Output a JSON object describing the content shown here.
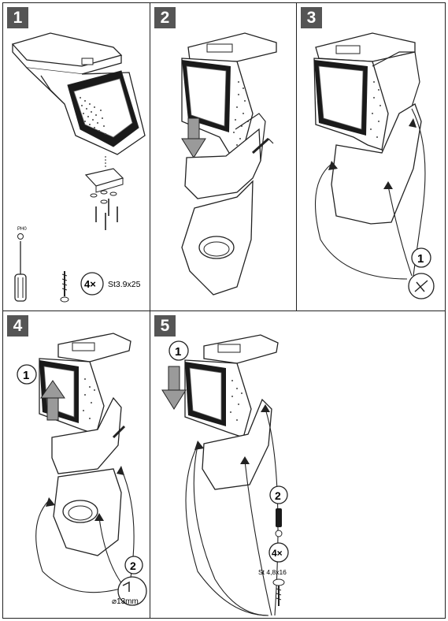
{
  "steps": [
    {
      "number": "1"
    },
    {
      "number": "2"
    },
    {
      "number": "3"
    },
    {
      "number": "4"
    },
    {
      "number": "5"
    }
  ],
  "step1": {
    "tool_label": "PH0",
    "screw_count": "4×",
    "screw_spec": "St3.9x25"
  },
  "step3": {
    "callout": "1"
  },
  "step4": {
    "callout_1": "1",
    "callout_2": "2",
    "drill_size": "⌀13mm"
  },
  "step5": {
    "callout_1": "1",
    "callout_2": "2",
    "screw_count": "4×",
    "screw_spec": "St 4,8x16"
  },
  "colors": {
    "badge": "#555555",
    "line": "#222222",
    "arrow_fill": "#9a9a9a",
    "dark_panel": "#1a1a1a"
  }
}
